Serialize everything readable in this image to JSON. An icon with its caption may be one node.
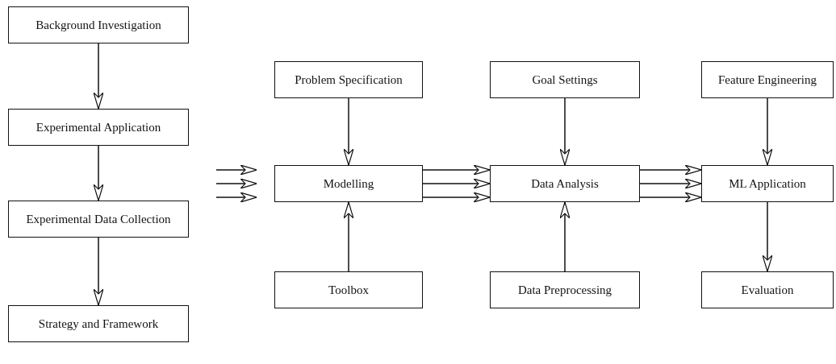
{
  "diagram": {
    "nodes": [
      {
        "text": [
          "Background Investigation"
        ]
      },
      {
        "text": [
          "Experimental Application"
        ]
      },
      {
        "text": [
          "Experimental Data Collection"
        ]
      },
      {
        "text": [
          "Strategy and Framework"
        ]
      },
      {
        "text": [
          "Problem Specification"
        ]
      },
      {
        "text": [
          "Modelling"
        ]
      },
      {
        "text": [
          "Toolbox"
        ]
      },
      {
        "text": [
          "Goal Settings"
        ]
      },
      {
        "text": [
          "Data Analysis"
        ]
      },
      {
        "text": [
          "Data Preprocessing"
        ]
      },
      {
        "text": [
          "Feature Engineering"
        ]
      },
      {
        "text": [
          "ML Application"
        ]
      },
      {
        "text": [
          "Evaluation"
        ]
      }
    ],
    "edges": [
      {
        "from": 0,
        "to": 1,
        "arrow": "to"
      },
      {
        "from": 1,
        "to": 2,
        "arrow": "to"
      },
      {
        "from": 2,
        "to": 3,
        "arrow": "to"
      },
      {
        "from": null,
        "to": 5,
        "arrow": "to"
      },
      {
        "from": null,
        "to": 5,
        "arrow": "to"
      },
      {
        "from": null,
        "to": 5,
        "arrow": "to"
      },
      {
        "from": 4,
        "to": 5,
        "arrow": "to"
      },
      {
        "from": 6,
        "to": 5,
        "arrow": "to"
      },
      {
        "from": 5,
        "to": 8,
        "arrow": "to"
      },
      {
        "from": 5,
        "to": 8,
        "arrow": "to"
      },
      {
        "from": 5,
        "to": 8,
        "arrow": "to"
      },
      {
        "from": 7,
        "to": 8,
        "arrow": "to"
      },
      {
        "from": 9,
        "to": 8,
        "arrow": "to"
      },
      {
        "from": 8,
        "to": 11,
        "arrow": "to"
      },
      {
        "from": 8,
        "to": 11,
        "arrow": "to"
      },
      {
        "from": 8,
        "to": 11,
        "arrow": "to"
      },
      {
        "from": 10,
        "to": 11,
        "arrow": "to"
      },
      {
        "from": 11,
        "to": 12,
        "arrow": "to"
      }
    ]
  }
}
